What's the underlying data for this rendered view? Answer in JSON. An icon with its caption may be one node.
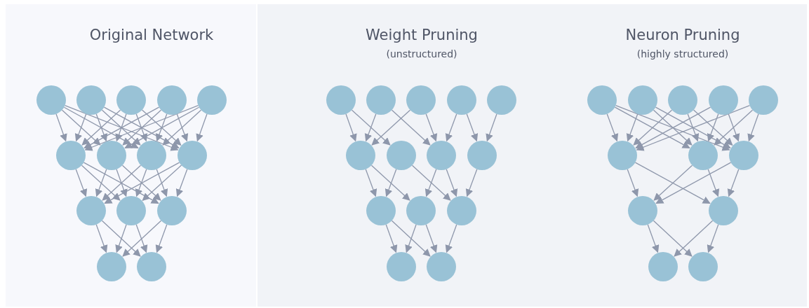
{
  "diagram": {
    "nodes": [
      {
        "text": [],
        "shape": "circle"
      },
      {
        "text": [],
        "shape": "circle"
      },
      {
        "text": [],
        "shape": "circle"
      },
      {
        "text": [],
        "shape": "circle"
      },
      {
        "text": [],
        "shape": "circle"
      },
      {
        "text": [],
        "shape": "circle"
      },
      {
        "text": [],
        "shape": "circle"
      },
      {
        "text": [],
        "shape": "circle"
      },
      {
        "text": [],
        "shape": "circle"
      },
      {
        "text": [],
        "shape": "circle"
      },
      {
        "text": [],
        "shape": "circle"
      },
      {
        "text": [],
        "shape": "circle"
      },
      {
        "text": [],
        "shape": "circle"
      },
      {
        "text": [],
        "shape": "circle"
      },
      {
        "text": [],
        "shape": "circle"
      },
      {
        "text": [],
        "shape": "circle"
      },
      {
        "text": [],
        "shape": "circle"
      },
      {
        "text": [],
        "shape": "circle"
      },
      {
        "text": [],
        "shape": "circle"
      },
      {
        "text": [],
        "shape": "circle"
      },
      {
        "text": [],
        "shape": "circle"
      },
      {
        "text": [],
        "shape": "circle"
      },
      {
        "text": [],
        "shape": "circle"
      },
      {
        "text": [],
        "shape": "circle"
      },
      {
        "text": [],
        "shape": "circle"
      },
      {
        "text": [],
        "shape": "circle"
      },
      {
        "text": [],
        "shape": "circle"
      },
      {
        "text": [],
        "shape": "circle"
      },
      {
        "text": [],
        "shape": "circle"
      },
      {
        "text": [],
        "shape": "circle"
      },
      {
        "text": [],
        "shape": "circle"
      },
      {
        "text": [],
        "shape": "circle"
      },
      {
        "text": [],
        "shape": "circle"
      },
      {
        "text": [],
        "shape": "circle"
      },
      {
        "text": [],
        "shape": "circle"
      },
      {
        "text": [],
        "shape": "circle"
      },
      {
        "text": [],
        "shape": "circle"
      },
      {
        "text": [],
        "shape": "circle"
      },
      {
        "text": [],
        "shape": "circle"
      },
      {
        "text": [],
        "shape": "circle"
      }
    ],
    "edges": [
      {
        "from": 0,
        "to": 5,
        "arrow": "to"
      },
      {
        "from": 0,
        "to": 6,
        "arrow": "to"
      },
      {
        "from": 0,
        "to": 7,
        "arrow": "to"
      },
      {
        "from": 0,
        "to": 8,
        "arrow": "to"
      },
      {
        "from": 1,
        "to": 5,
        "arrow": "to"
      },
      {
        "from": 1,
        "to": 6,
        "arrow": "to"
      },
      {
        "from": 1,
        "to": 7,
        "arrow": "to"
      },
      {
        "from": 1,
        "to": 8,
        "arrow": "to"
      },
      {
        "from": 2,
        "to": 5,
        "arrow": "to"
      },
      {
        "from": 2,
        "to": 6,
        "arrow": "to"
      },
      {
        "from": 2,
        "to": 7,
        "arrow": "to"
      },
      {
        "from": 2,
        "to": 8,
        "arrow": "to"
      },
      {
        "from": 3,
        "to": 5,
        "arrow": "to"
      },
      {
        "from": 3,
        "to": 6,
        "arrow": "to"
      },
      {
        "from": 3,
        "to": 7,
        "arrow": "to"
      },
      {
        "from": 3,
        "to": 8,
        "arrow": "to"
      },
      {
        "from": 4,
        "to": 5,
        "arrow": "to"
      },
      {
        "from": 4,
        "to": 6,
        "arrow": "to"
      },
      {
        "from": 4,
        "to": 7,
        "arrow": "to"
      },
      {
        "from": 4,
        "to": 8,
        "arrow": "to"
      },
      {
        "from": 5,
        "to": 9,
        "arrow": "to"
      },
      {
        "from": 5,
        "to": 10,
        "arrow": "to"
      },
      {
        "from": 5,
        "to": 11,
        "arrow": "to"
      },
      {
        "from": 6,
        "to": 9,
        "arrow": "to"
      },
      {
        "from": 6,
        "to": 10,
        "arrow": "to"
      },
      {
        "from": 6,
        "to": 11,
        "arrow": "to"
      },
      {
        "from": 7,
        "to": 9,
        "arrow": "to"
      },
      {
        "from": 7,
        "to": 10,
        "arrow": "to"
      },
      {
        "from": 7,
        "to": 11,
        "arrow": "to"
      },
      {
        "from": 8,
        "to": 9,
        "arrow": "to"
      },
      {
        "from": 8,
        "to": 10,
        "arrow": "to"
      },
      {
        "from": 8,
        "to": 11,
        "arrow": "to"
      },
      {
        "from": 9,
        "to": 12,
        "arrow": "to"
      },
      {
        "from": 9,
        "to": 13,
        "arrow": "to"
      },
      {
        "from": 10,
        "to": 12,
        "arrow": "to"
      },
      {
        "from": 10,
        "to": 13,
        "arrow": "to"
      },
      {
        "from": 11,
        "to": 12,
        "arrow": "to"
      },
      {
        "from": 11,
        "to": 13,
        "arrow": "to"
      },
      {
        "from": 14,
        "to": 19,
        "arrow": "to"
      },
      {
        "from": 14,
        "to": 20,
        "arrow": "to"
      },
      {
        "from": 15,
        "to": 19,
        "arrow": "to"
      },
      {
        "from": 15,
        "to": 21,
        "arrow": "to"
      },
      {
        "from": 16,
        "to": 19,
        "arrow": "to"
      },
      {
        "from": 16,
        "to": 21,
        "arrow": "to"
      },
      {
        "from": 17,
        "to": 21,
        "arrow": "to"
      },
      {
        "from": 17,
        "to": 22,
        "arrow": "to"
      },
      {
        "from": 18,
        "to": 22,
        "arrow": "to"
      },
      {
        "from": 19,
        "to": 23,
        "arrow": "to"
      },
      {
        "from": 19,
        "to": 24,
        "arrow": "to"
      },
      {
        "from": 20,
        "to": 23,
        "arrow": "to"
      },
      {
        "from": 20,
        "to": 25,
        "arrow": "to"
      },
      {
        "from": 21,
        "to": 24,
        "arrow": "to"
      },
      {
        "from": 21,
        "to": 25,
        "arrow": "to"
      },
      {
        "from": 22,
        "to": 25,
        "arrow": "to"
      },
      {
        "from": 23,
        "to": 26,
        "arrow": "to"
      },
      {
        "from": 23,
        "to": 27,
        "arrow": "to"
      },
      {
        "from": 24,
        "to": 26,
        "arrow": "to"
      },
      {
        "from": 24,
        "to": 27,
        "arrow": "to"
      },
      {
        "from": 25,
        "to": 27,
        "arrow": "to"
      },
      {
        "from": 28,
        "to": 33,
        "arrow": "to"
      },
      {
        "from": 28,
        "to": 34,
        "arrow": "to"
      },
      {
        "from": 28,
        "to": 35,
        "arrow": "to"
      },
      {
        "from": 29,
        "to": 33,
        "arrow": "to"
      },
      {
        "from": 29,
        "to": 34,
        "arrow": "to"
      },
      {
        "from": 29,
        "to": 35,
        "arrow": "to"
      },
      {
        "from": 30,
        "to": 33,
        "arrow": "to"
      },
      {
        "from": 30,
        "to": 34,
        "arrow": "to"
      },
      {
        "from": 30,
        "to": 35,
        "arrow": "to"
      },
      {
        "from": 31,
        "to": 33,
        "arrow": "to"
      },
      {
        "from": 31,
        "to": 34,
        "arrow": "to"
      },
      {
        "from": 31,
        "to": 35,
        "arrow": "to"
      },
      {
        "from": 32,
        "to": 33,
        "arrow": "to"
      },
      {
        "from": 32,
        "to": 34,
        "arrow": "to"
      },
      {
        "from": 32,
        "to": 35,
        "arrow": "to"
      },
      {
        "from": 33,
        "to": 36,
        "arrow": "to"
      },
      {
        "from": 33,
        "to": 37,
        "arrow": "to"
      },
      {
        "from": 34,
        "to": 36,
        "arrow": "to"
      },
      {
        "from": 34,
        "to": 37,
        "arrow": "to"
      },
      {
        "from": 35,
        "to": 36,
        "arrow": "to"
      },
      {
        "from": 35,
        "to": 37,
        "arrow": "to"
      },
      {
        "from": 36,
        "to": 38,
        "arrow": "to"
      },
      {
        "from": 36,
        "to": 39,
        "arrow": "to"
      },
      {
        "from": 37,
        "to": 38,
        "arrow": "to"
      },
      {
        "from": 37,
        "to": 39,
        "arrow": "to"
      }
    ],
    "labels": [
      "Original Network",
      "Weight Pruning",
      "(unstructured)",
      "Neuron Pruning",
      "(highly structured)"
    ]
  }
}
